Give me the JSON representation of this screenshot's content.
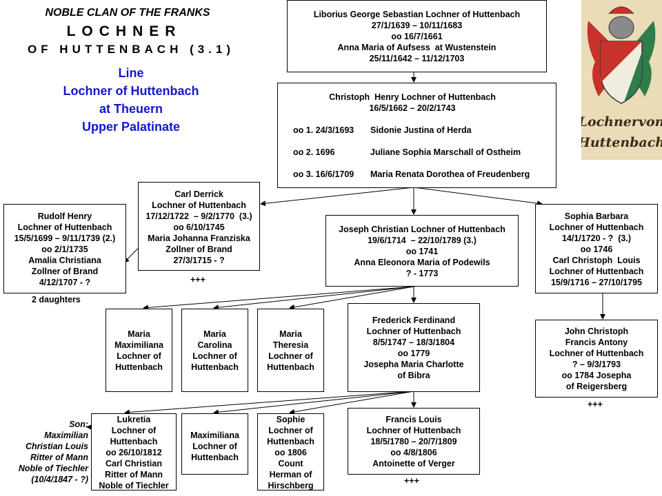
{
  "header": {
    "line1": "NOBLE CLAN OF THE FRANKS",
    "line2": "LOCHNER",
    "line3": "OF HUTTENBACH (3.1)"
  },
  "subtitle": [
    "Line",
    "Lochner of Huttenbach",
    "at Theuern",
    "Upper Palatinate"
  ],
  "coat_of_arms": {
    "text_line1": "Lochnervon",
    "text_line2": "Huttenbach",
    "colors": {
      "red": "#c8322a",
      "green": "#2f7d4a",
      "white": "#f1ece0",
      "parchment": "#e9dcb6"
    }
  },
  "boxes": {
    "liborius": [
      "Liborius George Sebastian Lochner of Huttenbach",
      "27/1/1639 – 10/11/1683",
      "oo 16/7/1661",
      "Anna Maria of Aufsess  at Wustenstein",
      "25/11/1642 – 11/12/1703"
    ],
    "christoph": {
      "name": "Christoph  Henry Lochner of Huttenbach",
      "dates": "16/5/1662 – 20/2/1743",
      "marriages": [
        {
          "date": "oo 1. 24/3/1693",
          "spouse": "Sidonie Justina of Herda"
        },
        {
          "date": "oo 2. 1696",
          "spouse": "Juliane Sophia Marschall of Ostheim"
        },
        {
          "date": "oo 3. 16/6/1709",
          "spouse": "Maria Renata Dorothea of Freudenberg"
        }
      ]
    },
    "rudolf": [
      "Rudolf Henry",
      "Lochner of Huttenbach",
      "15/5/1699 – 9/11/1739 (2.)",
      "oo 2/1/1735",
      "Amalia Christiana",
      "Zollner of Brand",
      "4/12/1707 - ?"
    ],
    "carl": [
      "Carl Derrick",
      "Lochner of Huttenbach",
      "17/12/1722  – 9/2/1770  (3.)",
      "oo 6/10/1745",
      "Maria Johanna Franziska",
      "Zollner of Brand",
      "27/3/1715 - ?"
    ],
    "joseph": [
      "Joseph Christian Lochner of Huttenbach",
      "19/6/1714  – 22/10/1789 (3.)",
      "oo 1741",
      "Anna Eleonora Maria of Podewils",
      "? - 1773"
    ],
    "sophia": [
      "Sophia Barbara",
      "Lochner of Huttenbach",
      "14/1/1720 - ?  (3.)",
      "oo 1746",
      "Carl Christoph  Louis",
      "Lochner of Huttenbach",
      "15/9/1716 – 27/10/1795"
    ],
    "maria_max": [
      "Maria",
      "Maximiliana",
      "Lochner of",
      "Huttenbach"
    ],
    "maria_car": [
      "Maria",
      "Carolina",
      "Lochner of",
      "Huttenbach"
    ],
    "maria_the": [
      "Maria",
      "Theresia",
      "Lochner of",
      "Huttenbach"
    ],
    "frederick": [
      "Frederick Ferdinand",
      "Lochner of Huttenbach",
      "8/5/1747 – 18/3/1804",
      "oo 1779",
      "Josepha Maria Charlotte",
      "of Bibra"
    ],
    "john": [
      "John Christoph",
      "Francis Antony",
      "Lochner of Huttenbach",
      "? – 9/3/1793",
      "oo 1784 Josepha",
      "of Reigersberg"
    ],
    "lukretia": [
      "Lukretia",
      "Lochner of",
      "Huttenbach",
      "oo 26/10/1812",
      "Carl Christian",
      "Ritter of Mann",
      "Noble of Tiechler"
    ],
    "maximiliana": [
      "Maximiliana",
      "Lochner of",
      "Huttenbach"
    ],
    "sophie": [
      "Sophie",
      "Lochner of",
      "Huttenbach",
      "oo 1806",
      "Count",
      "Herman of",
      "Hirschberg"
    ],
    "francis": [
      "Francis Louis",
      "Lochner of Huttenbach",
      "18/5/1780 – 20/7/1809",
      "oo 4/8/1806",
      "Antoinette of Verger"
    ]
  },
  "notes": {
    "two_daughters": "2 daughters",
    "plus_carl": "+++",
    "plus_john": "+++",
    "plus_francis": "+++",
    "son": [
      "Son:",
      "Maximilian",
      "Christian Louis",
      "Ritter of Mann",
      "Noble of Tiechler",
      "(10/4/1847 - ?)"
    ]
  }
}
